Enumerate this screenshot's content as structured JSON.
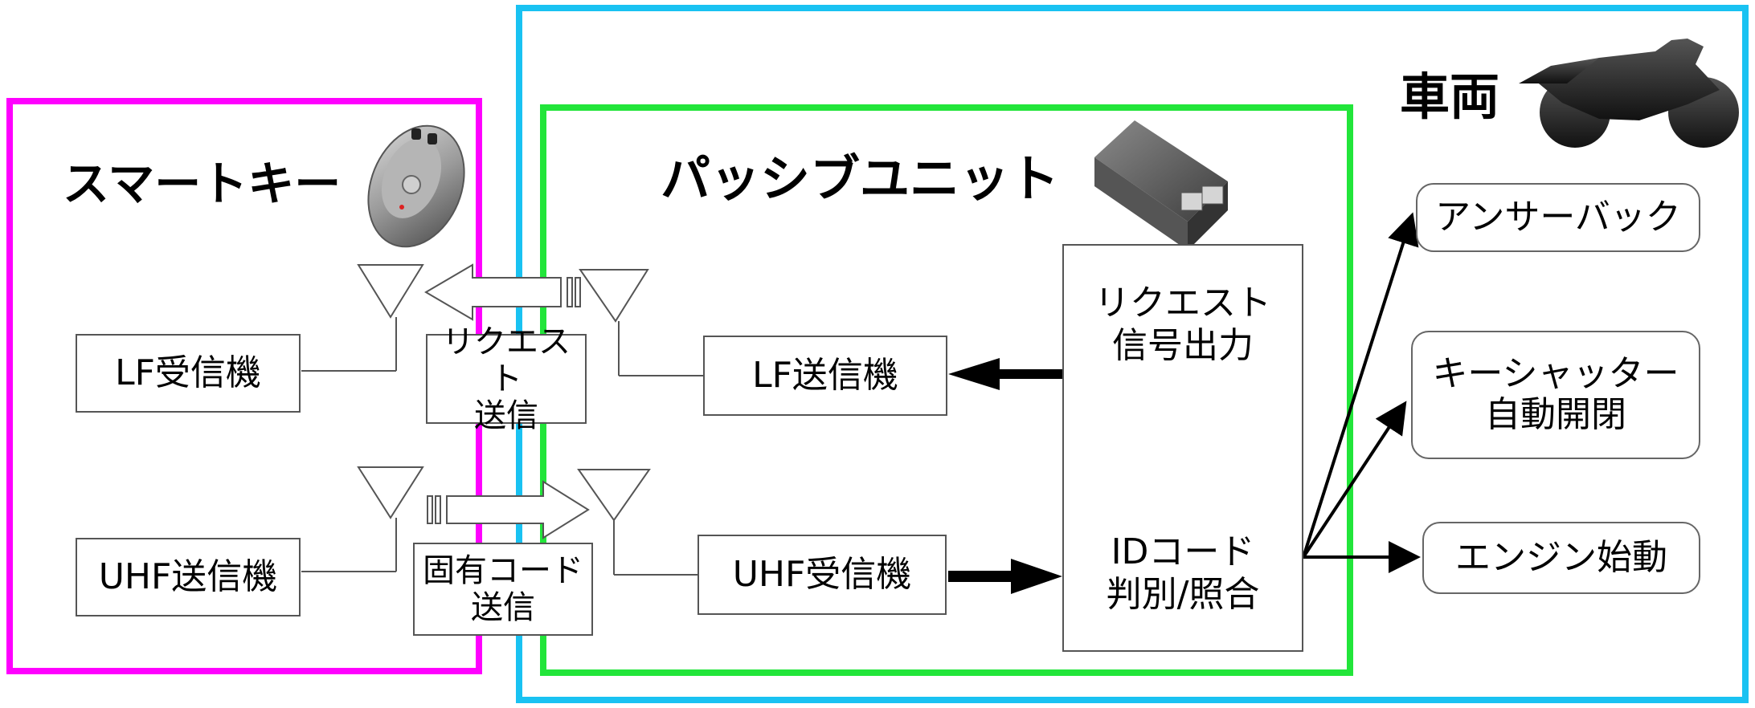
{
  "frames": {
    "smart_key_title": "スマートキー",
    "passive_unit_title": "パッシブユニット",
    "vehicle_title": "車両"
  },
  "blocks": {
    "lf_receiver": "LF受信機",
    "uhf_transmitter": "UHF送信機",
    "request_transmission": "リクエスト\n送信",
    "unique_code_transmission": "固有コード\n送信",
    "lf_transmitter": "LF送信機",
    "uhf_receiver": "UHF受信機",
    "request_signal_output": "リクエスト\n信号出力",
    "id_code_check": "IDコード\n判別/照合"
  },
  "outputs": {
    "answer_back": "アンサーバック",
    "key_shutter": "キーシャッター\n自動開閉",
    "engine_start": "エンジン始動"
  },
  "colors": {
    "smart_key_frame": "#ff00ff",
    "vehicle_frame": "#19c2f2",
    "passive_unit_frame": "#22e53a"
  }
}
